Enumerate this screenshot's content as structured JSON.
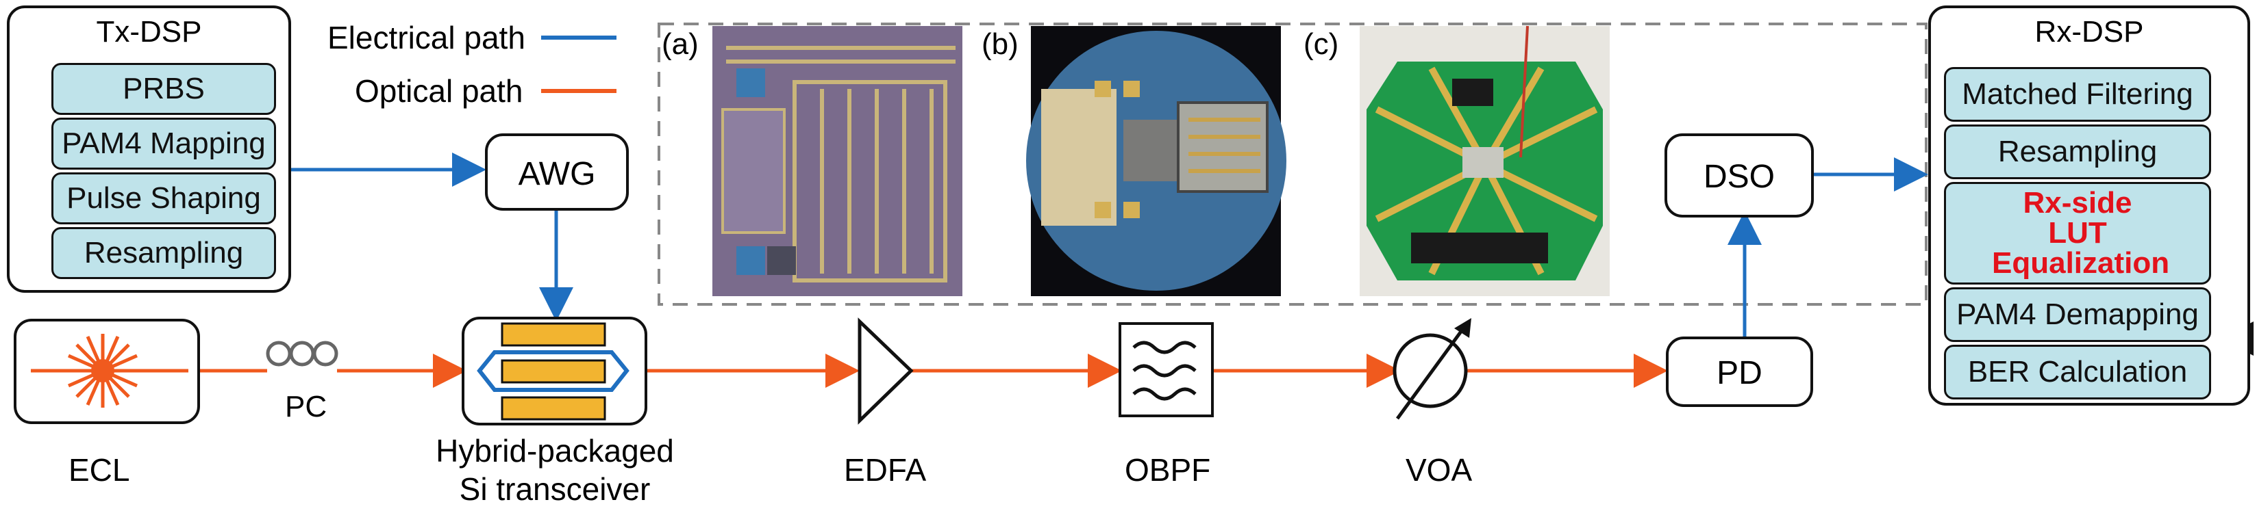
{
  "legend": {
    "electrical_label": "Electrical path",
    "optical_label": "Optical path",
    "electrical_color": "#1f6fc0",
    "optical_color": "#f05a1e"
  },
  "tx_dsp": {
    "title": "Tx-DSP",
    "items": [
      "PRBS",
      "PAM4 Mapping",
      "Pulse Shaping",
      "Resampling"
    ]
  },
  "rx_dsp": {
    "title": "Rx-DSP",
    "items": [
      "Matched Filtering",
      "Resampling",
      "Rx-side LUT Equalization",
      "PAM4 Demapping",
      "BER Calculation"
    ]
  },
  "blocks": {
    "awg": "AWG",
    "dso": "DSO",
    "pd": "PD"
  },
  "components": {
    "ecl": "ECL",
    "pc": "PC",
    "transceiver_line1": "Hybrid-packaged",
    "transceiver_line2": "Si transceiver",
    "edfa": "EDFA",
    "obpf": "OBPF",
    "voa": "VOA"
  },
  "photos": {
    "a": "(a)",
    "b": "(b)",
    "c": "(c)"
  },
  "colors": {
    "dsp_item_fill": "#bfe3ea",
    "highlight_text": "#e3121b",
    "transceiver_bars": "#f2b430"
  }
}
